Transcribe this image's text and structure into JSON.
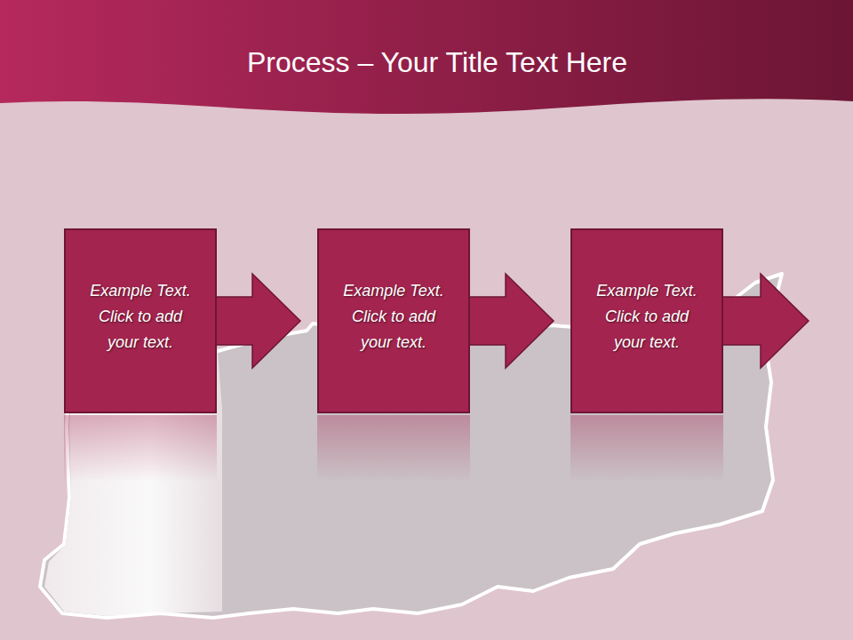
{
  "diagram": {
    "title": "Process – Your Title Text Here",
    "nodes": [
      {
        "text": [
          "Example Text. Click to add your text."
        ]
      },
      {
        "text": [
          "Example Text. Click to add your text."
        ]
      },
      {
        "text": [
          "Example Text. Click to add your text."
        ]
      }
    ],
    "edges": [
      {
        "from": 0,
        "to": 1,
        "arrow": "to"
      },
      {
        "from": 1,
        "to": 2,
        "arrow": "to"
      }
    ]
  }
}
